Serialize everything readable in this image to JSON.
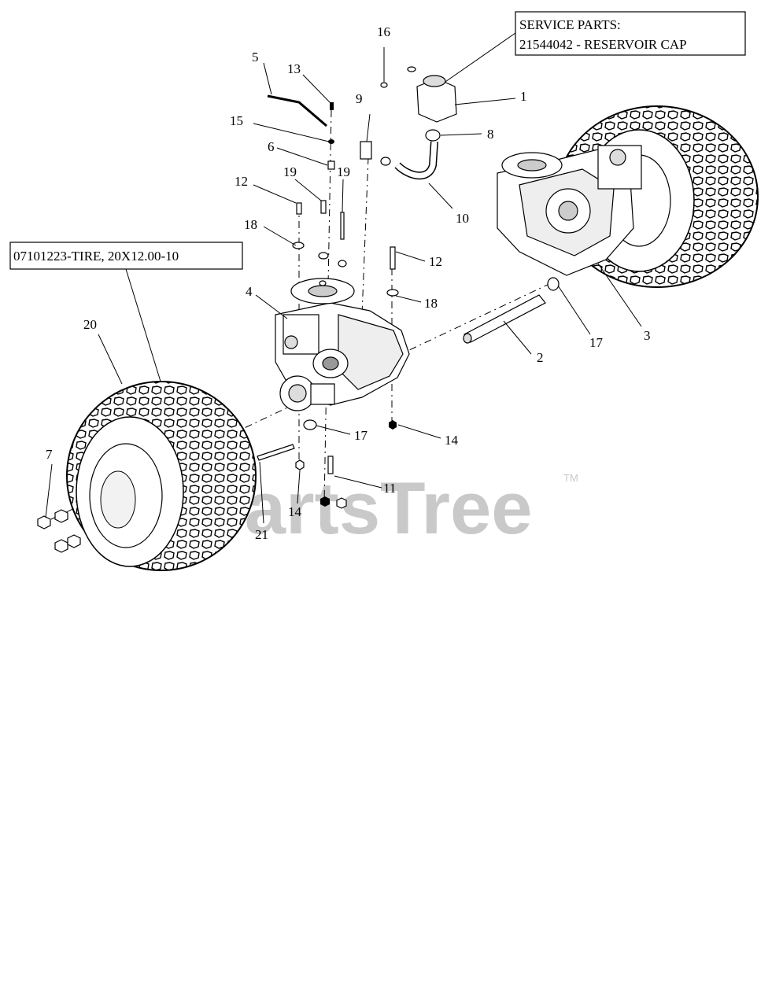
{
  "watermark": {
    "text": "PartsTree",
    "trademark": "TM"
  },
  "service_box": {
    "line1": "SERVICE PARTS:",
    "line2": "21544042 - RESERVOIR CAP"
  },
  "tire_box": {
    "label": "07101223-TIRE, 20X12.00-10"
  },
  "callouts": {
    "c1": "1",
    "c2": "2",
    "c3": "3",
    "c4": "4",
    "c5": "5",
    "c6": "6",
    "c7": "7",
    "c8": "8",
    "c9": "9",
    "c10": "10",
    "c11": "11",
    "c12a": "12",
    "c12b": "12",
    "c13": "13",
    "c14a": "14",
    "c14b": "14",
    "c15": "15",
    "c16": "16",
    "c17a": "17",
    "c17b": "17",
    "c18a": "18",
    "c18b": "18",
    "c19a": "19",
    "c19b": "19",
    "c20": "20",
    "c21": "21"
  }
}
